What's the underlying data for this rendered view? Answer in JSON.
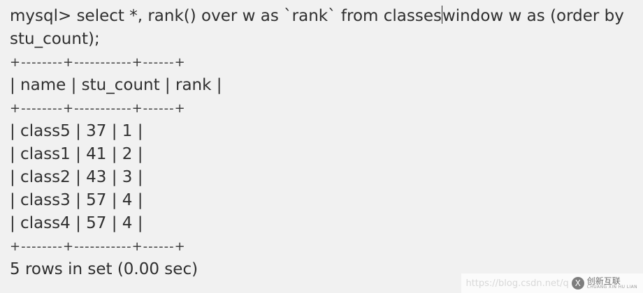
{
  "query": {
    "line1_before_cursor": "mysql> select *, rank() over w as `rank` from classes",
    "line1_after_cursor": "window w as (order by",
    "line2": "stu_count);"
  },
  "table": {
    "separator": "+--------+-----------+------+",
    "header": "| name | stu_count | rank |",
    "rows": [
      "| class5 | 37 | 1 |",
      "| class1 | 41 | 2 |",
      "| class2 | 43 | 3 |",
      "| class3 | 57 | 4 |",
      "| class4 | 57 | 4 |"
    ]
  },
  "result": "5 rows in set (0.00 sec)",
  "watermark": {
    "url": "https://blog.csdn.net/q",
    "logo_icon": "x-circle-icon",
    "logo_symbol": "X",
    "logo_cn": "创新互联",
    "logo_en": "CHUANG XIN HU LIAN"
  }
}
